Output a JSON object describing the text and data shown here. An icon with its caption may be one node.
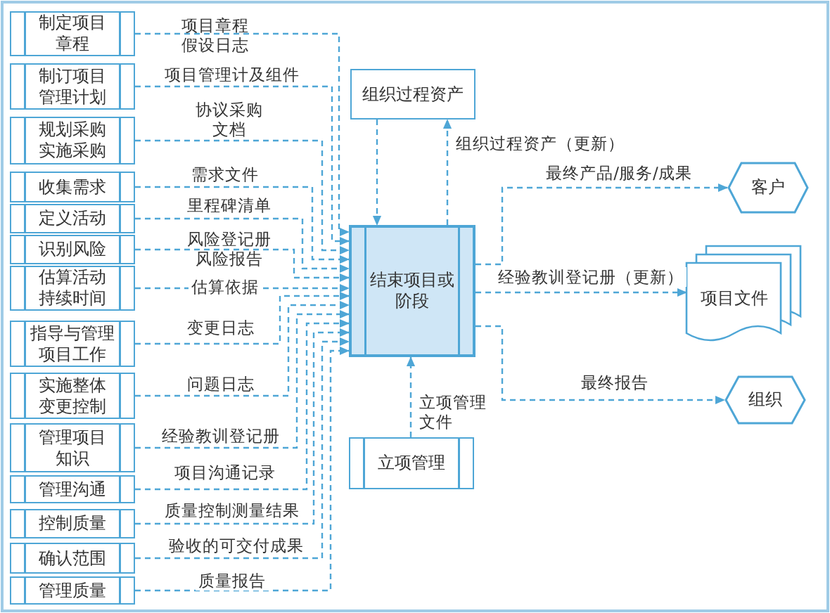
{
  "diagram": {
    "nodes": [
      {
        "text": [
          "制定项目章程"
        ]
      },
      {
        "text": [
          "制订项目管理计划"
        ]
      },
      {
        "text": [
          "规划采购实施采购"
        ]
      },
      {
        "text": [
          "收集需求"
        ]
      },
      {
        "text": [
          "定义活动"
        ]
      },
      {
        "text": [
          "识别风险"
        ]
      },
      {
        "text": [
          "估算活动持续时间"
        ]
      },
      {
        "text": [
          "指导与管理项目工作"
        ]
      },
      {
        "text": [
          "实施整体变更控制"
        ]
      },
      {
        "text": [
          "管理项目知识"
        ]
      },
      {
        "text": [
          "管理沟通"
        ]
      },
      {
        "text": [
          "控制质量"
        ]
      },
      {
        "text": [
          "确认范围"
        ]
      },
      {
        "text": [
          "管理质量"
        ]
      },
      {
        "text": [
          "结束项目或阶段"
        ]
      },
      {
        "text": [
          "组织过程资产"
        ]
      },
      {
        "text": [
          "立项管理"
        ]
      },
      {
        "text": [
          "客户"
        ]
      },
      {
        "text": [
          "项目文件"
        ]
      },
      {
        "text": [
          "组织"
        ]
      }
    ],
    "edges": [
      {
        "from": 0,
        "to": 14,
        "arrow": "to",
        "label": "项目章程假设日志"
      },
      {
        "from": 1,
        "to": 14,
        "arrow": "to",
        "label": "项目管理计及组件"
      },
      {
        "from": 2,
        "to": 14,
        "arrow": "to",
        "label": "协议采购文档"
      },
      {
        "from": 3,
        "to": 14,
        "arrow": "to",
        "label": "需求文件"
      },
      {
        "from": 4,
        "to": 14,
        "arrow": "to",
        "label": "里程碑清单"
      },
      {
        "from": 5,
        "to": 14,
        "arrow": "to",
        "label": "风险登记册风险报告"
      },
      {
        "from": 6,
        "to": 14,
        "arrow": "to",
        "label": "估算依据"
      },
      {
        "from": 7,
        "to": 14,
        "arrow": "to",
        "label": "变更日志"
      },
      {
        "from": 8,
        "to": 14,
        "arrow": "to",
        "label": "问题日志"
      },
      {
        "from": 9,
        "to": 14,
        "arrow": "to",
        "label": "经验教训登记册"
      },
      {
        "from": 10,
        "to": 14,
        "arrow": "to",
        "label": "项目沟通记录"
      },
      {
        "from": 11,
        "to": 14,
        "arrow": "to",
        "label": "质量控制测量结果"
      },
      {
        "from": 12,
        "to": 14,
        "arrow": "to",
        "label": "验收的可交付成果"
      },
      {
        "from": 13,
        "to": 14,
        "arrow": "to",
        "label": "质量报告"
      },
      {
        "from": 15,
        "to": 14,
        "arrow": "to"
      },
      {
        "from": 14,
        "to": 15,
        "arrow": "to",
        "label": "组织过程资产（更新）"
      },
      {
        "from": 16,
        "to": 14,
        "arrow": "to",
        "label": "立项管理文件"
      },
      {
        "from": 14,
        "to": 17,
        "arrow": "to",
        "label": "最终产品/服务/成果"
      },
      {
        "from": 14,
        "to": 18,
        "arrow": "to",
        "label": "经验教训登记册（更新）"
      },
      {
        "from": 14,
        "to": 19,
        "arrow": "to",
        "label": "最终报告"
      }
    ]
  }
}
